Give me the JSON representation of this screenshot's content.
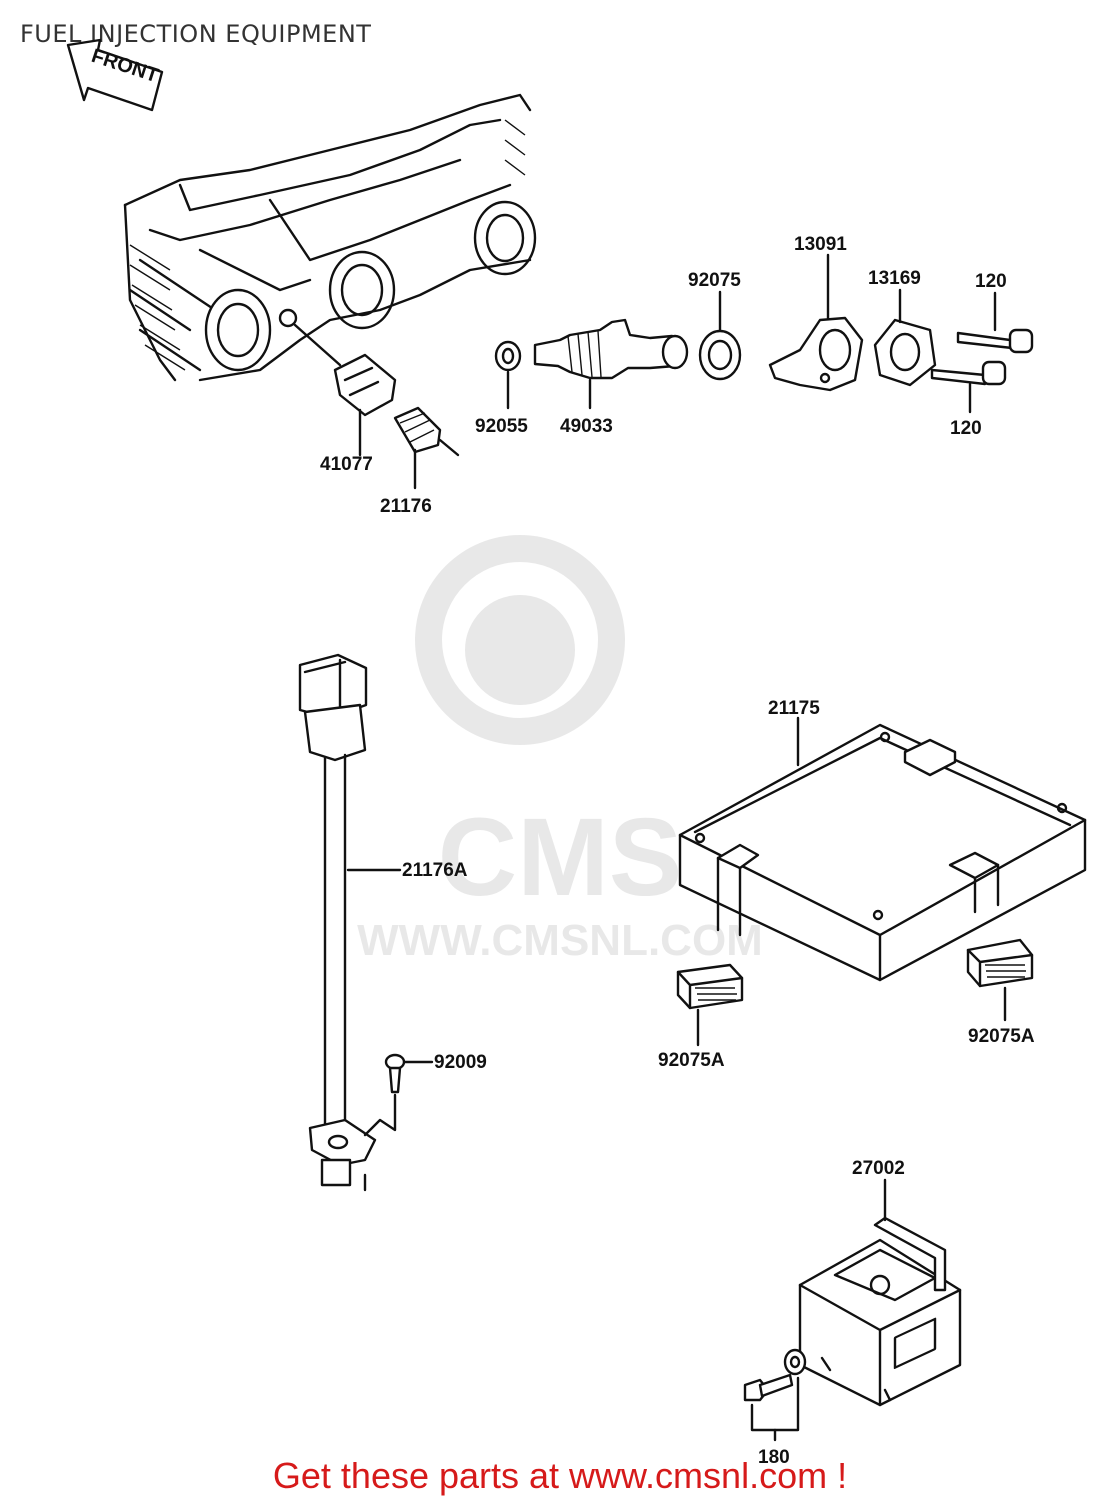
{
  "title": "FUEL INJECTION EQUIPMENT",
  "watermark": {
    "brand": "CMS",
    "url": "WWW.CMSNL.COM"
  },
  "front_label": "FRONT",
  "parts": {
    "p41077": "41077",
    "p21176": "21176",
    "p92055": "92055",
    "p49033": "49033",
    "p92075": "92075",
    "p13091": "13091",
    "p13169": "13169",
    "p120a": "120",
    "p120b": "120",
    "p21176A": "21176A",
    "p92009": "92009",
    "p21175": "21175",
    "p92075A_left": "92075A",
    "p92075A_right": "92075A",
    "p27002": "27002",
    "p180": "180"
  },
  "cta": "Get these parts at www.cmsnl.com !"
}
